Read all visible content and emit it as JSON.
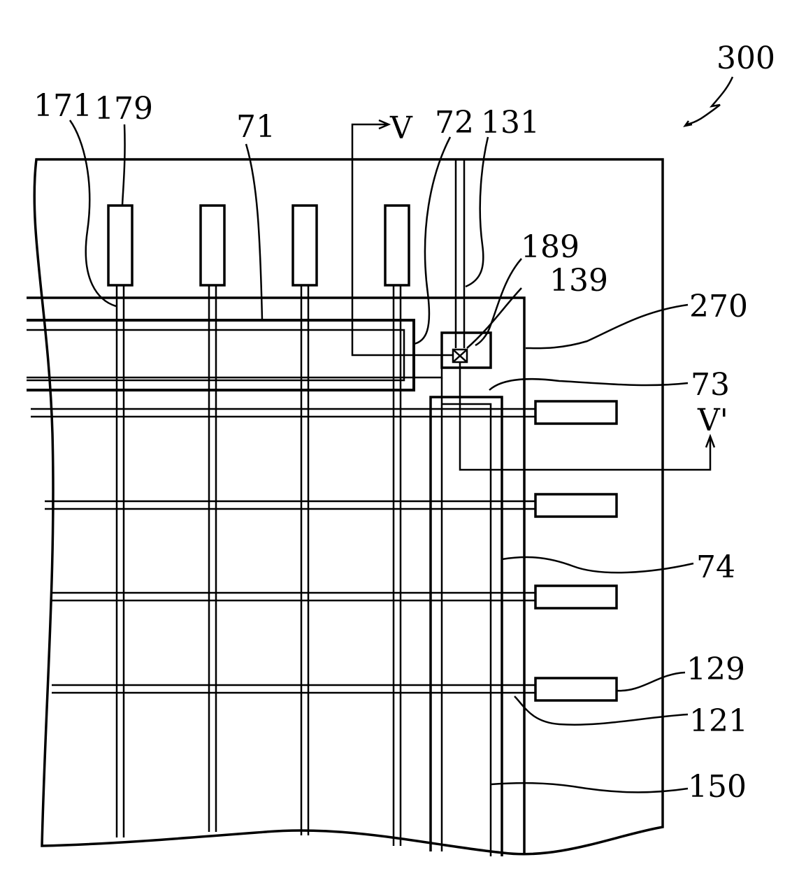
{
  "figure": {
    "ref_300": "300",
    "labels": {
      "l171": "171",
      "l179": "179",
      "l71": "71",
      "lV": "V",
      "l72": "72",
      "l131": "131",
      "l189": "189",
      "l139": "139",
      "l270": "270",
      "l73": "73",
      "lVp": "V'",
      "l74": "74",
      "l129": "129",
      "l121": "121",
      "l150": "150"
    }
  }
}
